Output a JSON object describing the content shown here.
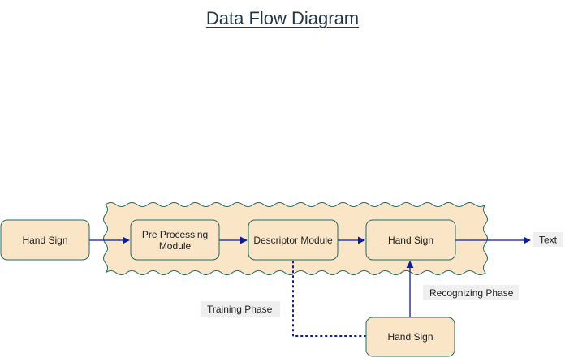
{
  "title": "Data Flow Diagram",
  "colors": {
    "node_fill": "#fae5c7",
    "node_stroke": "#1d6e66",
    "arrow": "#0a1e9c",
    "title": "#23374b",
    "label_bg": "#efefef"
  },
  "nodes": {
    "input_hand_sign": "Hand Sign",
    "preprocessing_line1": "Pre Processing",
    "preprocessing_line2": "Module",
    "descriptor": "Descriptor Module",
    "recognizer_hand_sign": "Hand Sign",
    "training_hand_sign": "Hand Sign"
  },
  "labels": {
    "output": "Text",
    "training_phase": "Training Phase",
    "recognizing_phase": "Recognizing Phase"
  }
}
